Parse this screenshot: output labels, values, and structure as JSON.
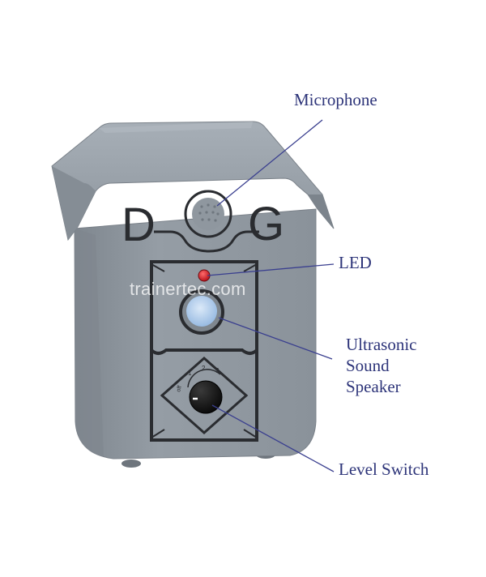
{
  "labels": {
    "microphone": "Microphone",
    "led": "LED",
    "speaker_line1": "Ultrasonic",
    "speaker_line2": "Sound",
    "speaker_line3": "Speaker",
    "level_switch": "Level Switch"
  },
  "logo": {
    "letter_left": "D",
    "letter_right": "G"
  },
  "dial": {
    "marks": [
      "1",
      "2",
      "3"
    ],
    "off_label": "off"
  },
  "watermark": "trainertec.com",
  "colors": {
    "body": "#8e969e",
    "body_dark": "#6e757d",
    "roof": "#9aa2aa",
    "roof_dark": "#7c848c",
    "outline": "#2a2c30",
    "led": "#d1121c",
    "speaker_lens": "#a9c8ea",
    "callout_text": "#2d3479",
    "callout_line": "#3a3f8f"
  }
}
